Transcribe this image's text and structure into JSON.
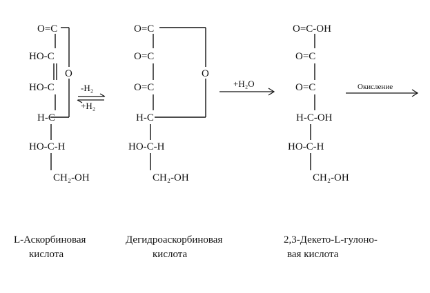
{
  "colors": {
    "ink": "#111111",
    "background": "#ffffff"
  },
  "ascorbic": {
    "r1": "O=C",
    "r2": "HO-C",
    "r3": "HO-C",
    "r4": "H-C",
    "r5": "HO-C-H",
    "r6": "CH₂-OH",
    "ring_o": "O",
    "caption_l1": "L-Аскорбиновая",
    "caption_l2": "кислота"
  },
  "equilibrium": {
    "forward": "-H₂",
    "reverse": "+H₂"
  },
  "dehydro": {
    "r1": "O=C",
    "r2": "O=C",
    "r3": "O=C",
    "r4": "H-C",
    "r5": "HO-C-H",
    "r6": "CH₂-OH",
    "ring_o": "O",
    "caption_l1": "Дегидроаскорбиновая",
    "caption_l2": "кислота"
  },
  "hydration": {
    "label": "+H₂O"
  },
  "diketo": {
    "r1": "O=C-OH",
    "r2": "O=C",
    "r3": "O=C",
    "r4": "H-C-OH",
    "r5": "HO-C-H",
    "r6": "CH₂-OH",
    "caption_l1": "2,3-Декето-L-гулоно-",
    "caption_l2": "вая  кислота"
  },
  "oxidation": {
    "label": "Окисление"
  }
}
